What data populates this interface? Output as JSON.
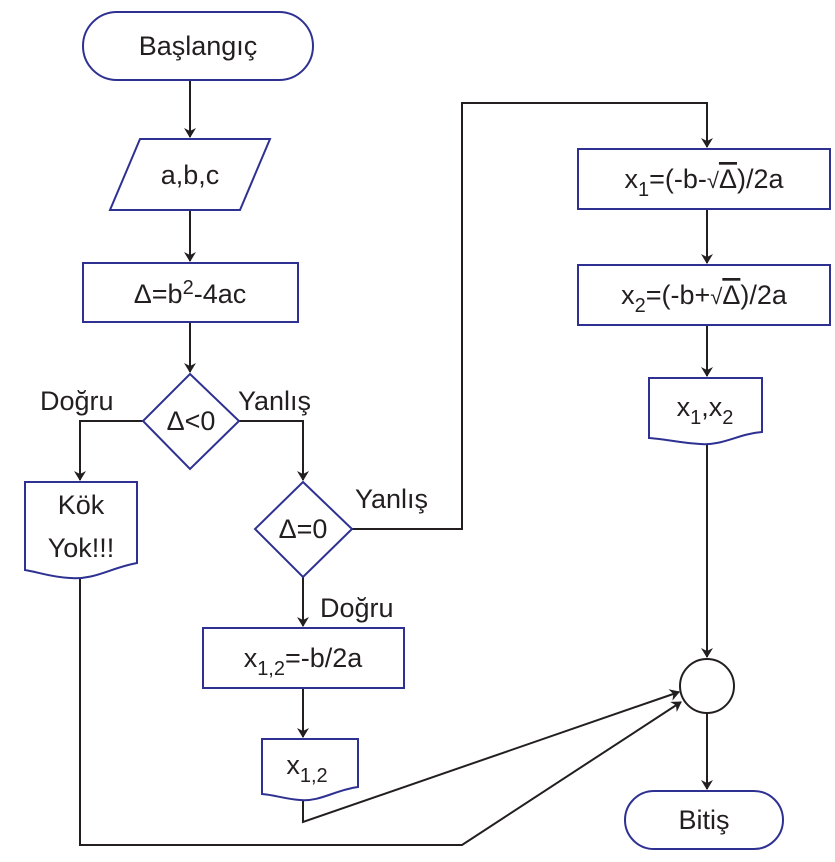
{
  "colors": {
    "shape_border": "#2e3192",
    "line": "#231f20"
  },
  "nodes": {
    "start": "Başlangıç",
    "input": "a,b,c",
    "discriminant": {
      "pre": "Δ=b",
      "sup": "2",
      "post": "-4ac"
    },
    "decision_negative": "Δ<0",
    "no_root": {
      "line1": "Kök",
      "line2": "Yok!!!"
    },
    "decision_zero": "Δ=0",
    "double_root": {
      "pre": "x",
      "sub": "1,2",
      "post": "=-b/2a"
    },
    "double_root_output": {
      "pre": "x",
      "sub": "1,2"
    },
    "root1": {
      "pre": "x",
      "sub": "1",
      "mid": "=(-b-",
      "sqrt": "√",
      "arg": "Δ",
      "post": ")/2a"
    },
    "root2": {
      "pre": "x",
      "sub": "2",
      "mid": "=(-b+",
      "sqrt": "√",
      "arg": "Δ",
      "post": ")/2a"
    },
    "roots_output": {
      "x": "x",
      "sub1": "1",
      "comma": ",",
      "sub2": "2"
    },
    "end": "Bitiş"
  },
  "labels": {
    "neg_true": "Doğru",
    "neg_false": "Yanlış",
    "zero_false": "Yanlış",
    "zero_true": "Doğru"
  }
}
